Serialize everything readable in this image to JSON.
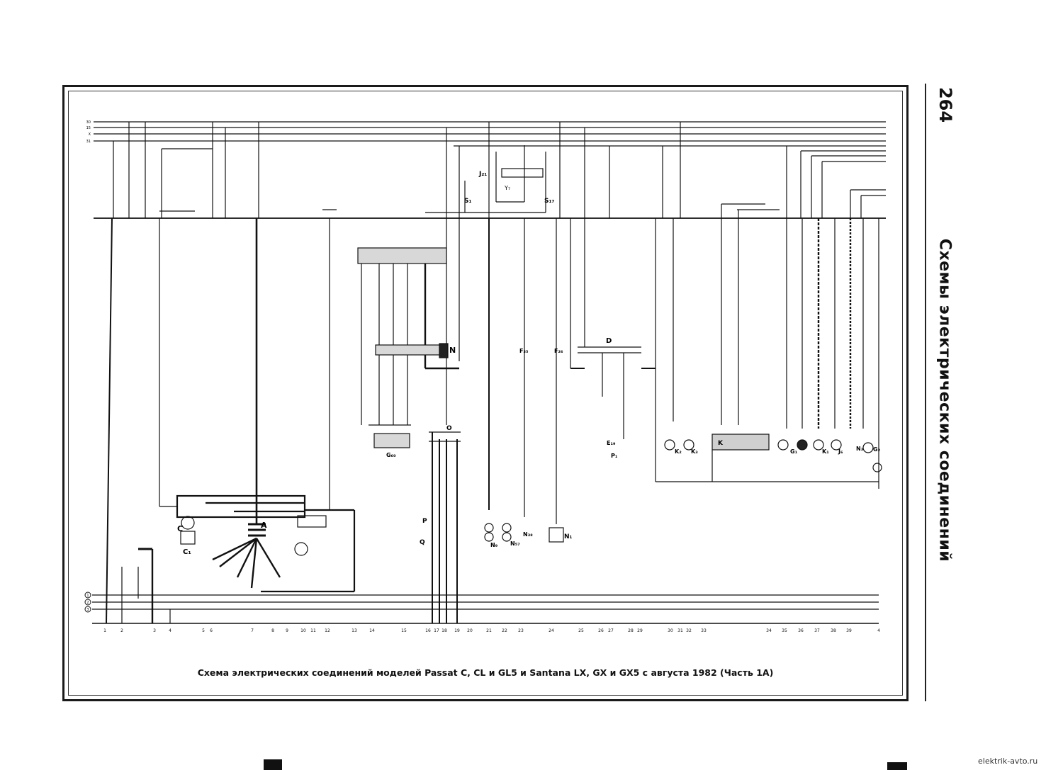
{
  "page": {
    "number": "264",
    "section_title": "Схемы электрических соединений",
    "caption": "Схема электрических соединений моделей Passat C, CL и GL5 и Santana LX, GX и GX5 с августа 1982 (Часть 1А)",
    "site_credit": "elektrik-avto.ru"
  },
  "diagram": {
    "bus_labels": [
      "30",
      "15",
      "X",
      "31"
    ],
    "ground_bus_labels": [
      "1",
      "2",
      "3"
    ],
    "component_labels": {
      "main_connector": "A",
      "starter_c": "C",
      "regulator_c1": "C₁",
      "module_n": "N",
      "sender_g": "G₆₀",
      "relay_j": "J₂₁",
      "relay_y": "Y₇",
      "fuse_s1": "S₁",
      "fuse_s2": "S₁₇",
      "switch_f": "F₃₅",
      "switch_f2": "F₂₆",
      "distributor_d": "D",
      "connector_o": "O",
      "connector_p": "P",
      "connector_q": "Q",
      "coil_n1": "N₁",
      "valve_n2": "N₅₇",
      "sensor_e": "E₁₉",
      "switch_p": "P₁",
      "warn_k1": "K₁",
      "warn_k2": "K₂",
      "warn_k3": "K₃",
      "gauge_g": "G₁",
      "gauge_g2": "G₂",
      "tank_n": "N₃",
      "relay_k": "K",
      "relay_j2": "J₆",
      "n_lamp": "N₃₈",
      "n_cutoff": "N₉"
    },
    "track_numbers": [
      "1",
      "2",
      "3",
      "4",
      "5",
      "6",
      "7",
      "8",
      "9",
      "10",
      "11",
      "12",
      "13",
      "14",
      "15",
      "16",
      "17",
      "18",
      "19",
      "20",
      "21",
      "22",
      "23",
      "24",
      "25",
      "26",
      "27",
      "28",
      "29",
      "30",
      "31",
      "32",
      "33",
      "34",
      "35",
      "36",
      "37",
      "38",
      "39",
      "4"
    ]
  }
}
